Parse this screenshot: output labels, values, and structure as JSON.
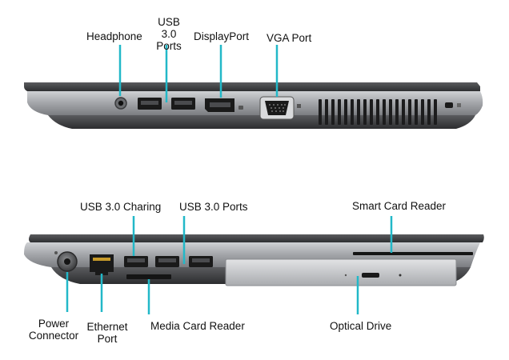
{
  "diagram": {
    "colors": {
      "callout_line": "#22b8c8",
      "chassis_dark": "#3a3b3d",
      "chassis_silver": "#9c9ea2",
      "port_body": "#1a1a1a"
    },
    "top_view": {
      "labels": {
        "headphone": "Headphone",
        "usb_ports_line1": "USB 3.0",
        "usb_ports_line2": "Ports",
        "displayport": "DisplayPort",
        "vga": "VGA Port"
      }
    },
    "bottom_view": {
      "labels": {
        "usb_charging": "USB 3.0 Charing",
        "usb_ports": "USB 3.0 Ports",
        "smart_card": "Smart Card Reader",
        "power_line1": "Power",
        "power_line2": "Connector",
        "ethernet_line1": "Ethernet",
        "ethernet_line2": "Port",
        "media_card": "Media Card Reader",
        "optical": "Optical Drive"
      }
    }
  }
}
